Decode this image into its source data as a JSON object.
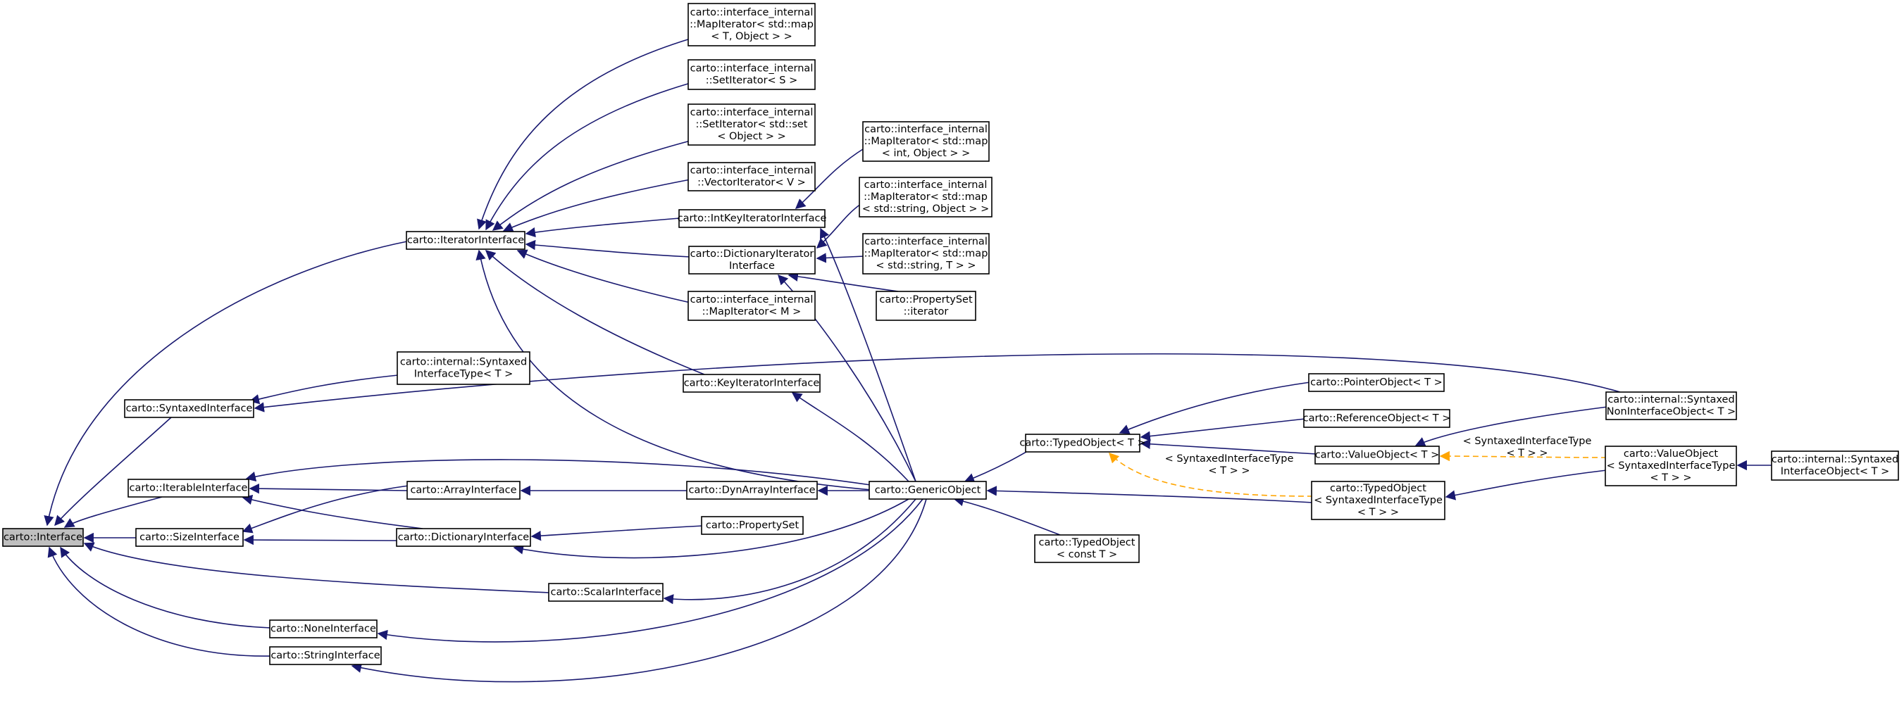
{
  "nodes": [
    {
      "id": "interface",
      "label": [
        "carto::Interface"
      ],
      "root": true
    },
    {
      "id": "iterator_interface",
      "label": [
        "carto::IteratorInterface"
      ]
    },
    {
      "id": "syntaxed_interface",
      "label": [
        "carto::SyntaxedInterface"
      ]
    },
    {
      "id": "iterable_interface",
      "label": [
        "carto::IterableInterface"
      ]
    },
    {
      "id": "size_interface",
      "label": [
        "carto::SizeInterface"
      ]
    },
    {
      "id": "none_interface",
      "label": [
        "carto::NoneInterface"
      ]
    },
    {
      "id": "string_interface",
      "label": [
        "carto::StringInterface"
      ]
    },
    {
      "id": "scalar_interface",
      "label": [
        "carto::ScalarInterface"
      ]
    },
    {
      "id": "array_interface",
      "label": [
        "carto::ArrayInterface"
      ]
    },
    {
      "id": "dictionary_interface",
      "label": [
        "carto::DictionaryInterface"
      ]
    },
    {
      "id": "syntaxed_interface_type",
      "label": [
        "carto::internal::Syntaxed",
        "InterfaceType< T >"
      ]
    },
    {
      "id": "map_iter_map_t_object",
      "label": [
        "carto::interface_internal",
        "::MapIterator< std::map",
        "< T, Object > >"
      ]
    },
    {
      "id": "set_iter_s",
      "label": [
        "carto::interface_internal",
        "::SetIterator< S >"
      ]
    },
    {
      "id": "set_iter_set_object",
      "label": [
        "carto::interface_internal",
        "::SetIterator< std::set",
        "< Object > >"
      ]
    },
    {
      "id": "vector_iter_v",
      "label": [
        "carto::interface_internal",
        "::VectorIterator< V >"
      ]
    },
    {
      "id": "int_key_iter_interface",
      "label": [
        "carto::IntKeyIteratorInterface"
      ]
    },
    {
      "id": "dictionary_iterator_interface",
      "label": [
        "carto::DictionaryIterator",
        "Interface"
      ]
    },
    {
      "id": "map_iter_m",
      "label": [
        "carto::interface_internal",
        "::MapIterator< M >"
      ]
    },
    {
      "id": "key_iter_interface",
      "label": [
        "carto::KeyIteratorInterface"
      ]
    },
    {
      "id": "dyn_array_interface",
      "label": [
        "carto::DynArrayInterface"
      ]
    },
    {
      "id": "property_set",
      "label": [
        "carto::PropertySet"
      ]
    },
    {
      "id": "map_iter_map_int_object",
      "label": [
        "carto::interface_internal",
        "::MapIterator< std::map",
        "< int, Object > >"
      ]
    },
    {
      "id": "map_iter_map_string_object",
      "label": [
        "carto::interface_internal",
        "::MapIterator< std::map",
        "< std::string, Object > >"
      ]
    },
    {
      "id": "map_iter_map_string_t",
      "label": [
        "carto::interface_internal",
        "::MapIterator< std::map",
        "< std::string, T > >"
      ]
    },
    {
      "id": "property_set_iterator",
      "label": [
        "carto::PropertySet",
        "::iterator"
      ]
    },
    {
      "id": "generic_object",
      "label": [
        "carto::GenericObject"
      ]
    },
    {
      "id": "typed_object_t",
      "label": [
        "carto::TypedObject< T >"
      ]
    },
    {
      "id": "typed_object_const_t",
      "label": [
        "carto::TypedObject",
        "< const T >"
      ]
    },
    {
      "id": "pointer_object_t",
      "label": [
        "carto::PointerObject< T >"
      ]
    },
    {
      "id": "reference_object_t",
      "label": [
        "carto::ReferenceObject< T >"
      ]
    },
    {
      "id": "value_object_t",
      "label": [
        "carto::ValueObject< T >"
      ]
    },
    {
      "id": "typed_object_syntaxed",
      "label": [
        "carto::TypedObject",
        "< SyntaxedInterfaceType",
        "< T > >"
      ]
    },
    {
      "id": "syntaxed_non_interface_object",
      "label": [
        "carto::internal::Syntaxed",
        "NonInterfaceObject< T >"
      ]
    },
    {
      "id": "value_object_syntaxed",
      "label": [
        "carto::ValueObject",
        "< SyntaxedInterfaceType",
        "< T > >"
      ]
    },
    {
      "id": "syntaxed_interface_object",
      "label": [
        "carto::internal::Syntaxed",
        "InterfaceObject< T >"
      ]
    }
  ],
  "edge_labels": {
    "typed_to_typed_syntaxed": [
      "< SyntaxedInterfaceType",
      "< T > >"
    ],
    "value_to_value_syntaxed": [
      "< SyntaxedInterfaceType",
      "< T > >"
    ]
  },
  "colors": {
    "edge": "#191970",
    "template_edge": "#ffa500",
    "root_fill": "#bfbfbf"
  }
}
